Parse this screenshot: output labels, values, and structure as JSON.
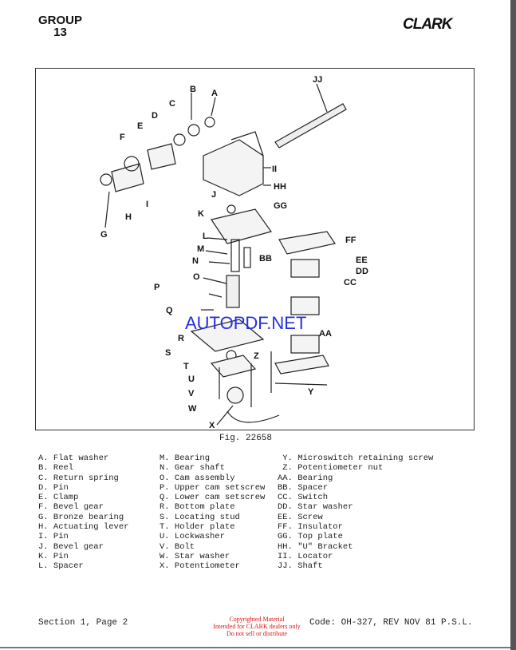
{
  "header": {
    "group_label": "GROUP",
    "group_number": "13",
    "brand": "CLARK"
  },
  "diagram": {
    "labels": [
      "JJ",
      "B",
      "A",
      "C",
      "D",
      "E",
      "F",
      "II",
      "HH",
      "G",
      "H",
      "I",
      "J",
      "K",
      "GG",
      "FF",
      "L",
      "M",
      "BB",
      "EE",
      "N",
      "DD",
      "CC",
      "O",
      "P",
      "Q",
      "AA",
      "R",
      "Z",
      "S",
      "T",
      "U",
      "V",
      "W",
      "Y",
      "X"
    ],
    "watermark": "AUTOPDF.NET"
  },
  "figure_caption": "Fig. 22658",
  "legend": {
    "col1": [
      "A. Flat washer",
      "B. Reel",
      "C. Return spring",
      "D. Pin",
      "E. Clamp",
      "F. Bevel gear",
      "G. Bronze bearing",
      "H. Actuating lever",
      "I. Pin",
      "J. Bevel gear",
      "K. Pin",
      "L. Spacer"
    ],
    "col2": [
      "M. Bearing",
      "N. Gear shaft",
      "O. Cam assembly",
      "P. Upper cam setscrew",
      "Q. Lower cam setscrew",
      "R. Bottom plate",
      "S. Locating stud",
      "T. Holder plate",
      "U. Lockwasher",
      "V. Bolt",
      "W. Star washer",
      "X. Potentiometer"
    ],
    "col3": [
      " Y. Microswitch retaining screw",
      " Z. Potentiometer nut",
      "AA. Bearing",
      "BB. Spacer",
      "CC. Switch",
      "DD. Star washer",
      "EE. Screw",
      "FF. Insulator",
      "GG. Top plate",
      "HH. \"U\" Bracket",
      "II. Locator",
      "JJ. Shaft"
    ]
  },
  "footer": {
    "section": "Section 1, Page 2",
    "code": "Code: OH-327, REV NOV 81 P.S.L.",
    "copyright": [
      "Copyrighted Material",
      "Intended for CLARK dealers only",
      "Do not sell or distribute"
    ]
  }
}
